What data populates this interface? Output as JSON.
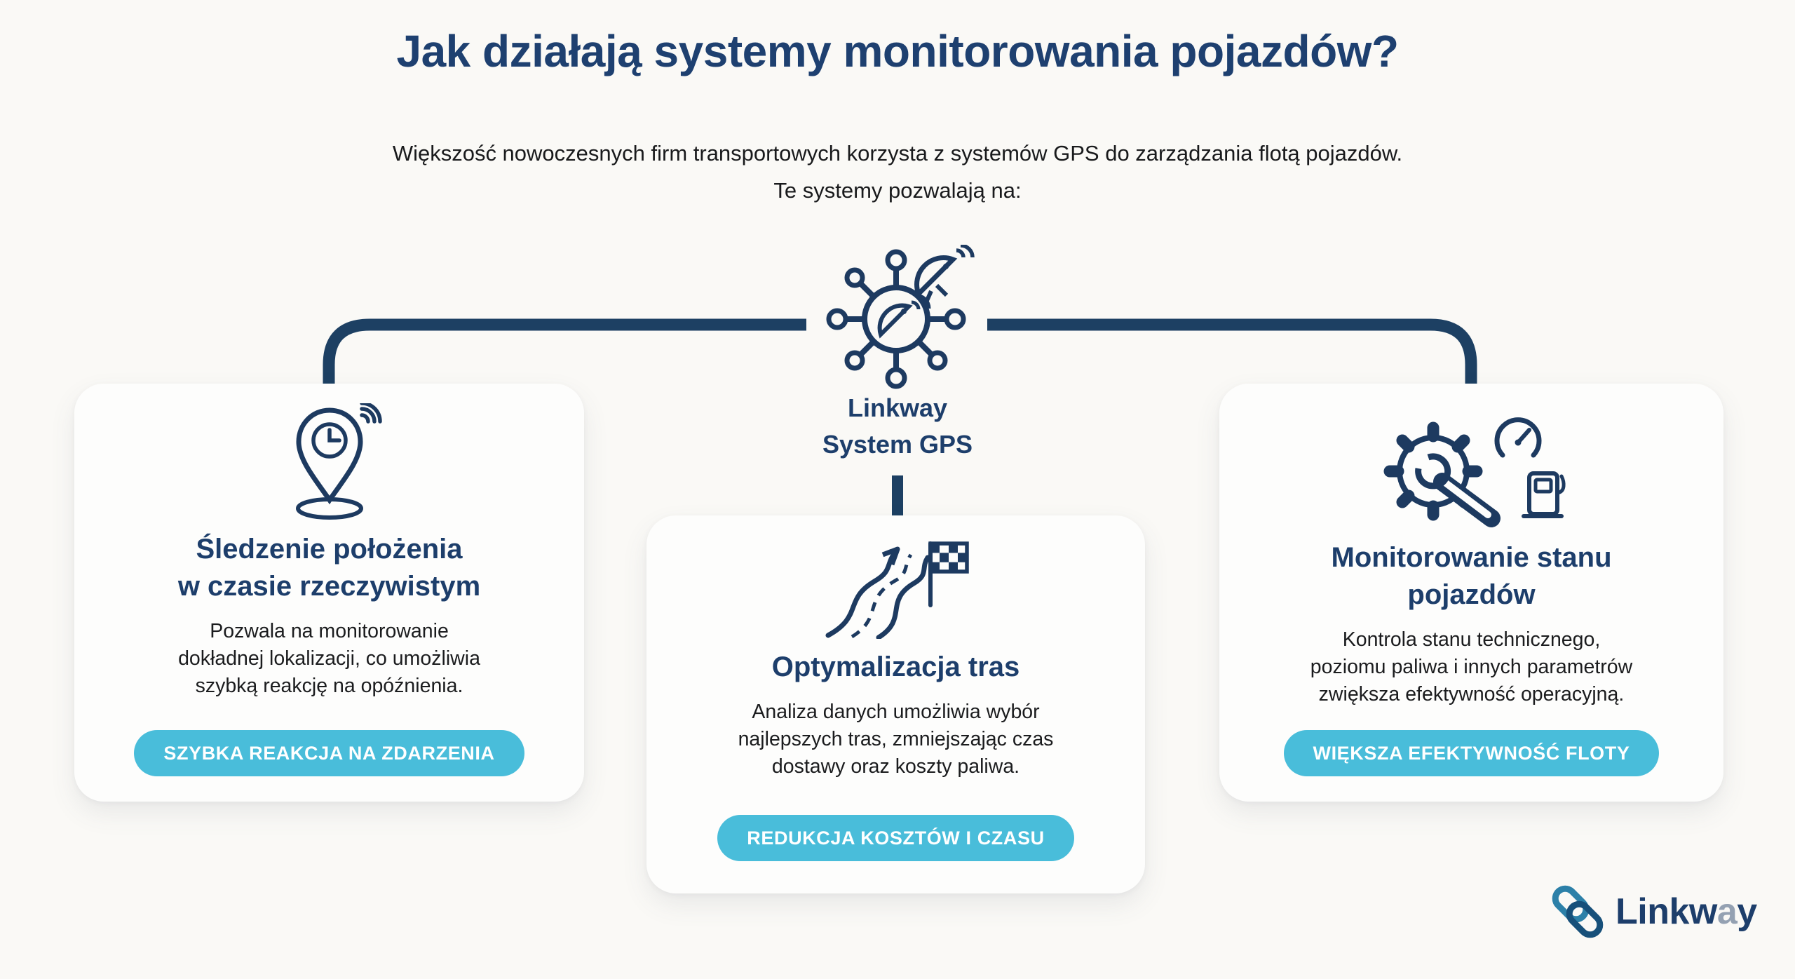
{
  "page": {
    "title": "Jak działają systemy monitorowania pojazdów?",
    "subtitle_line1": "Większość nowoczesnych firm transportowych korzysta z systemów GPS do zarządzania flotą pojazdów.",
    "subtitle_line2": "Te systemy pozwalają na:"
  },
  "hub": {
    "icon": "satellite-network-icon",
    "label_line1": "Linkway",
    "label_line2": "System GPS"
  },
  "cards": [
    {
      "icon": "location-pin-clock-icon",
      "title_line1": "Śledzenie położenia",
      "title_line2": "w czasie rzeczywistym",
      "body_lines": [
        "Pozwala na monitorowanie",
        "dokładnej lokalizacji, co umożliwia",
        "szybką reakcję na opóźnienia."
      ],
      "badge": "SZYBKA REAKCJA NA ZDARZENIA"
    },
    {
      "icon": "route-flag-icon",
      "title_line1": "Optymalizacja tras",
      "title_line2": "",
      "body_lines": [
        "Analiza danych umożliwia wybór",
        "najlepszych tras, zmniejszając czas",
        "dostawy oraz koszty paliwa."
      ],
      "badge": "REDUKCJA KOSZTÓW I CZASU"
    },
    {
      "icon": "gear-wrench-gauge-icon",
      "title_line1": "Monitorowanie stanu",
      "title_line2": "pojazdów",
      "body_lines": [
        "Kontrola stanu technicznego,",
        "poziomu paliwa i innych parametrów",
        "zwiększa efektywność operacyjną."
      ],
      "badge": "WIĘKSZA EFEKTYWNOŚĆ FLOTY"
    }
  ],
  "logo": {
    "icon": "linkway-logo-icon",
    "parts": [
      "Linkw",
      "a",
      "y"
    ]
  },
  "colors": {
    "navy_heading": "#1e4070",
    "navy_icon_line": "#1d3a60",
    "connector": "#1d4063",
    "badge_cyan": "#49bdda",
    "badge_text": "#ffffff",
    "body_text": "#1b1c1e",
    "card_bg": "#fdfdfc",
    "page_bg": "#faf9f6",
    "logo_teal": "#2c80a8",
    "logo_dark_blue": "#17507a"
  }
}
